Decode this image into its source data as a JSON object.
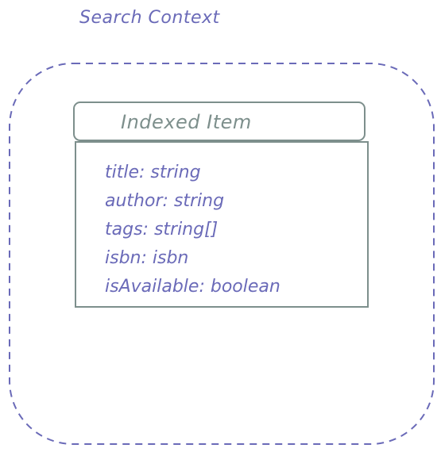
{
  "diagram": {
    "context": {
      "label": "Search Context"
    },
    "entity": {
      "title": "Indexed Item",
      "fields": [
        "title: string",
        "author: string",
        "tags: string[]",
        "isbn: isbn",
        "isAvailable: boolean"
      ]
    },
    "colors": {
      "context": "#6a6ab8",
      "entity_border": "#7d8f8c",
      "field_text": "#6a6ab8",
      "background": "#ffffff"
    }
  }
}
